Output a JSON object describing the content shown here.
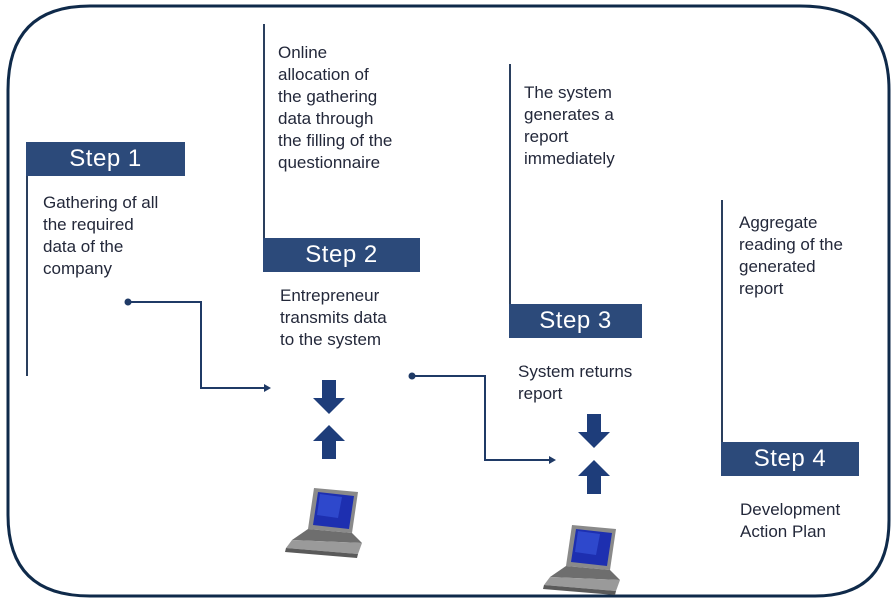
{
  "colors": {
    "frame": "#0f2a4a",
    "banner": "#2c4a7a",
    "banner_text": "#ffffff",
    "arrow_dark": "#1e3d7a",
    "connector": "#1f3a66",
    "laptop_body": "#8e8e8e",
    "laptop_screen": "#1d2fb0"
  },
  "steps": [
    {
      "label": "Step 1",
      "description": "Gathering of all\nthe required\ndata of the\ncompany"
    },
    {
      "label": "Step 2",
      "note": "Online\nallocation of\nthe gathering\ndata through\nthe filling of the\nquestionnaire",
      "description": "Entrepreneur\ntransmits data\nto the system"
    },
    {
      "label": "Step 3",
      "note": "The system\ngenerates a\nreport\nimmediately",
      "description": "System returns\nreport"
    },
    {
      "label": "Step 4",
      "note": "Aggregate\nreading of the\ngenerated\nreport",
      "description": "Development\nAction Plan"
    }
  ],
  "icons": {
    "down_arrow": "down-arrow-icon",
    "up_arrow": "up-arrow-icon",
    "laptop": "laptop-icon"
  }
}
